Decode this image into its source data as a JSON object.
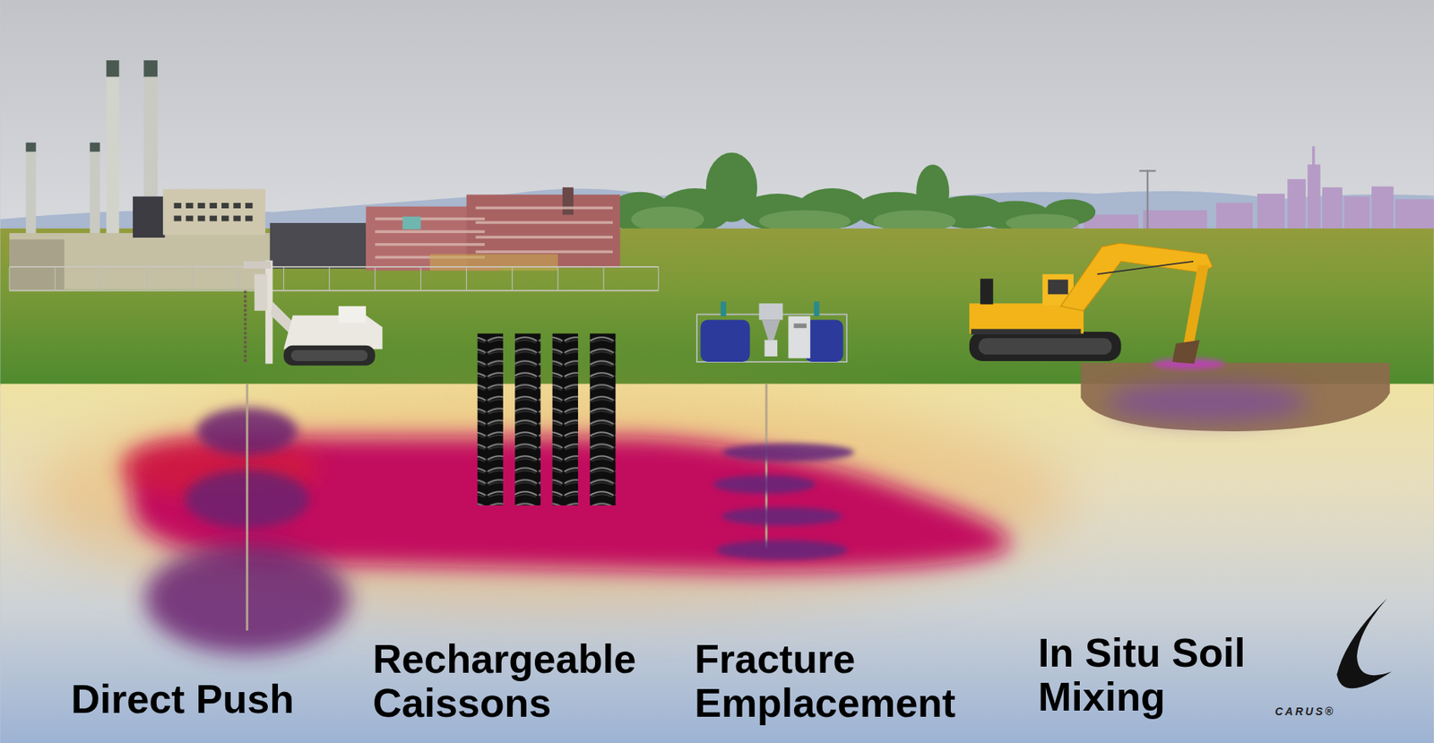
{
  "diagram": {
    "labels": [
      "Direct Push",
      "Rechargeable Caissons",
      "Fracture Emplacement",
      "In Situ Soil Mixing",
      "CARUS®"
    ]
  }
}
